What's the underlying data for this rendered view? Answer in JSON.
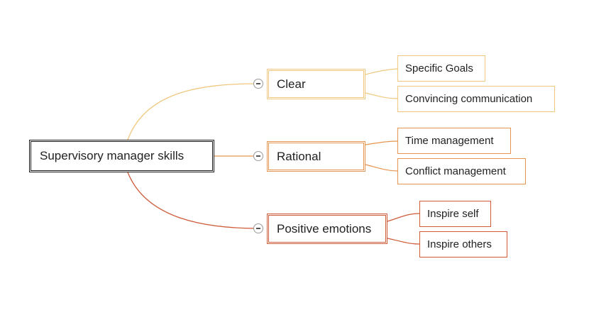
{
  "root": {
    "label": "Supervisory manager skills"
  },
  "branches": [
    {
      "label": "Clear",
      "color": "#f0c77e",
      "children": [
        "Specific Goals",
        "Convincing communication"
      ]
    },
    {
      "label": "Rational",
      "color": "#e69550",
      "children": [
        "Time management",
        "Conflict management"
      ]
    },
    {
      "label": "Positive emotions",
      "color": "#cf5a38",
      "children": [
        "Inspire self",
        "Inspire others"
      ]
    }
  ],
  "icons": {
    "collapse": "collapse-toggle-icon"
  }
}
